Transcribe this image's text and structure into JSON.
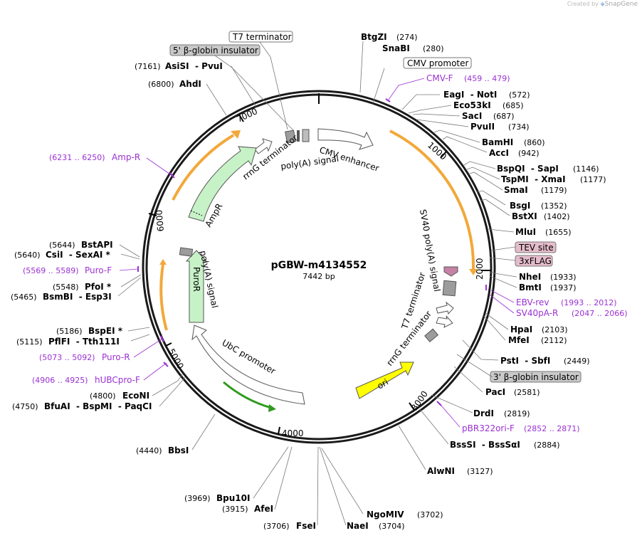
{
  "app": {
    "credit_prefix": "Created by",
    "credit_brand": "SnapGene"
  },
  "plasmid": {
    "name": "pGBW-m4134552",
    "length_label": "7442 bp",
    "length": 7442
  },
  "ticks": [
    "1000",
    "2000",
    "3000",
    "4000",
    "5000",
    "6000",
    "7000"
  ],
  "colors": {
    "ampr": "#c7f2c7",
    "orange": "#f2a83a",
    "ori": "#ffff00",
    "ubc_arrow": "#2f9b1e",
    "tag": "#e5bccb",
    "primer": "#9b30d3",
    "gray_box": "#c9c9c9"
  },
  "boxed_labels": [
    {
      "text": "T7 terminator",
      "style": "white"
    },
    {
      "text": "5' β-globin insulator",
      "style": "gray"
    },
    {
      "text": "CMV promoter",
      "style": "white"
    },
    {
      "text": "TEV site",
      "style": "tag"
    },
    {
      "text": "3xFLAG",
      "style": "tag"
    },
    {
      "text": "3' β-globin insulator",
      "style": "gray"
    }
  ],
  "sites_right": [
    {
      "text": "BtgZI",
      "pos": "(274)"
    },
    {
      "text": "SnaBI",
      "pos": "(280)"
    },
    {
      "text": "EagI  - NotI",
      "pos": "(572)"
    },
    {
      "text": "Eco53kI",
      "pos": "(685)"
    },
    {
      "text": "SacI",
      "pos": "(687)"
    },
    {
      "text": "PvuII",
      "pos": "(734)"
    },
    {
      "text": "BamHI",
      "pos": "(860)"
    },
    {
      "text": "AccI",
      "pos": "(942)"
    },
    {
      "text": "BspQI  - SapI",
      "pos": "(1146)"
    },
    {
      "text": "TspMI  - XmaI",
      "pos": "(1177)"
    },
    {
      "text": "SmaI",
      "pos": "(1179)"
    },
    {
      "text": "BsgI",
      "pos": "(1352)"
    },
    {
      "text": "BstXI",
      "pos": "(1402)"
    },
    {
      "text": "MluI",
      "pos": "(1655)"
    },
    {
      "text": "NheI",
      "pos": "(1933)"
    },
    {
      "text": "BmtI",
      "pos": "(1937)"
    },
    {
      "text": "HpaI",
      "pos": "(2103)"
    },
    {
      "text": "MfeI",
      "pos": "(2112)"
    },
    {
      "text": "PstI  - SbfI",
      "pos": "(2449)"
    },
    {
      "text": "PacI",
      "pos": "(2581)"
    },
    {
      "text": "DrdI",
      "pos": "(2819)"
    },
    {
      "text": "BssSI  - BssSαI",
      "pos": "(2884)"
    },
    {
      "text": "AlwNI",
      "pos": "(3127)"
    },
    {
      "text": "NgoMIV",
      "pos": "(3702)"
    },
    {
      "text": "NaeI",
      "pos": "(3704)"
    }
  ],
  "sites_left": [
    {
      "text": "AsiSI  - PvuI",
      "pos": "(7161)"
    },
    {
      "text": "AhdI",
      "pos": "(6800)"
    },
    {
      "text": "BstAPI",
      "pos": "(5644)"
    },
    {
      "text": "CsiI  - SexAI *",
      "pos": "(5640)"
    },
    {
      "text": "PfoI *",
      "pos": "(5548)"
    },
    {
      "text": "BsmBI  - Esp3I",
      "pos": "(5465)"
    },
    {
      "text": "BspEI *",
      "pos": "(5186)"
    },
    {
      "text": "PflFI  - Tth111I",
      "pos": "(5115)"
    },
    {
      "text": "EcoNI",
      "pos": "(4800)"
    },
    {
      "text": "BfuAI  - BspMI  - PaqCI",
      "pos": "(4750)"
    },
    {
      "text": "BbsI",
      "pos": "(4440)"
    },
    {
      "text": "Bpu10I",
      "pos": "(3969)"
    },
    {
      "text": "AfeI",
      "pos": "(3915)"
    },
    {
      "text": "FseI",
      "pos": "(3706)"
    }
  ],
  "primers_right": [
    {
      "text": "CMV-F",
      "pos": "(459 .. 479)"
    },
    {
      "text": "EBV-rev",
      "pos": "(1993 .. 2012)"
    },
    {
      "text": "SV40pA-R",
      "pos": "(2047 .. 2066)"
    },
    {
      "text": "pBR322ori-F",
      "pos": "(2852 .. 2871)"
    }
  ],
  "primers_left": [
    {
      "text": "Amp-R",
      "pos": "(6231 .. 6250)"
    },
    {
      "text": "Puro-F",
      "pos": "(5569 .. 5589)"
    },
    {
      "text": "Puro-R",
      "pos": "(5073 .. 5092)"
    },
    {
      "text": "hUBCpro-F",
      "pos": "(4906 .. 4925)"
    }
  ],
  "features": {
    "cmv_enhancer": "CMV enhancer",
    "rrng_top": "rrnG terminator",
    "polya_top": "poly(A) signal",
    "ampr": "AmpR",
    "sv40": "SV40 poly(A) signal",
    "t7_inner": "T7 terminator",
    "rrng_inner": "rrnG terminator",
    "ori": "ori",
    "ubc": "UbC promoter",
    "puror": "PuroR",
    "polya_left": "poly(A) signal"
  }
}
